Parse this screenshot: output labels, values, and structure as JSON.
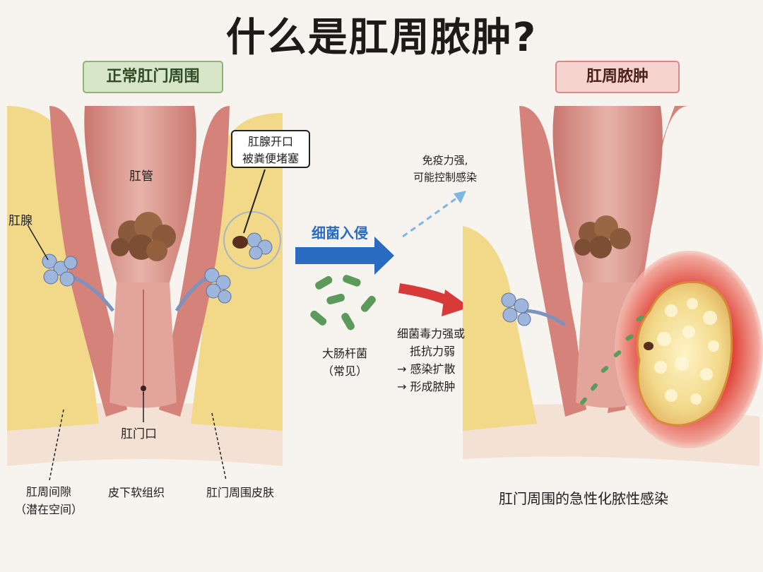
{
  "title": "什么是肛周脓肿?",
  "panels": {
    "normal": {
      "tag": "正常肛门周围",
      "labels": {
        "anal_canal": "肛管",
        "anal_gland": "肛腺",
        "gland_opening_line1": "肛腺开口",
        "gland_opening_line2": "被粪便堵塞",
        "anus": "肛门口",
        "perianal_space_line1": "肛周间隙",
        "perianal_space_line2": "（潜在空间）",
        "subcutaneous": "皮下软组织",
        "perianal_skin": "肛门周围皮肤"
      }
    },
    "abscess": {
      "tag": "肛周脓肿",
      "caption": "肛门周围的急性化脓性感染"
    }
  },
  "middle": {
    "invasion": "细菌入侵",
    "bacteria_line1": "大肠杆菌",
    "bacteria_line2": "（常见）",
    "strong_immunity_line1": "免疫力强,",
    "strong_immunity_line2": "可能控制感染",
    "weak_line1": "细菌毒力强或",
    "weak_line2": "抵抗力弱",
    "weak_line3": "→ 感染扩散",
    "weak_line4": "→ 形成脓肿"
  },
  "colors": {
    "arrow_blue": "#2a6bc2",
    "arrow_light_blue": "#7cb7e6",
    "arrow_red": "#d83a3a",
    "fat_yellow": "#f2d98a",
    "tissue_pink": "#e9a9a0",
    "pus_yellow": "#f5e2a0",
    "inflamed_red": "#e0453a",
    "gland_blue": "#9fb6dc",
    "bacteria_green": "#5c9a5c"
  }
}
